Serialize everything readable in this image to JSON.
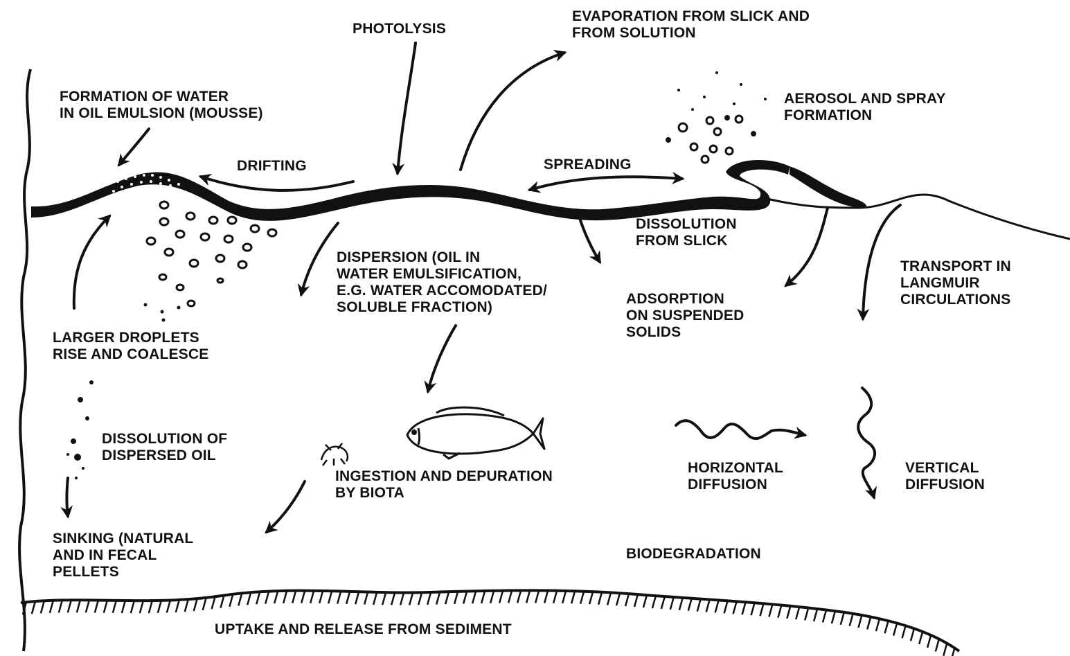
{
  "diagram": {
    "colors": {
      "ink": "#111111",
      "background": "#ffffff"
    },
    "labels": {
      "photolysis": [
        "PHOTOLYSIS"
      ],
      "evaporation": [
        "EVAPORATION FROM SLICK AND",
        "FROM SOLUTION"
      ],
      "mousse": [
        "FORMATION OF WATER",
        "IN OIL EMULSION (MOUSSE)"
      ],
      "aerosol": [
        "AEROSOL AND SPRAY",
        "FORMATION"
      ],
      "drifting": [
        "DRIFTING"
      ],
      "spreading": [
        "SPREADING"
      ],
      "dissolution_slick": [
        "DISSOLUTION",
        "FROM SLICK"
      ],
      "dispersion": [
        "DISPERSION (OIL IN",
        "WATER EMULSIFICATION,",
        "E.G. WATER ACCOMODATED/",
        "SOLUBLE FRACTION)"
      ],
      "transport": [
        "TRANSPORT IN",
        "LANGMUIR",
        "CIRCULATIONS"
      ],
      "adsorption": [
        "ADSORPTION",
        "ON SUSPENDED",
        "SOLIDS"
      ],
      "larger_droplets": [
        "LARGER DROPLETS",
        "RISE AND  COALESCE"
      ],
      "dissolution_dispersed": [
        "DISSOLUTION OF",
        "DISPERSED OIL"
      ],
      "ingestion": [
        "INGESTION AND DEPURATION",
        "BY BIOTA"
      ],
      "horizontal": [
        "HORIZONTAL",
        "DIFFUSION"
      ],
      "vertical": [
        "VERTICAL",
        "DIFFUSION"
      ],
      "sinking": [
        "SINKING (NATURAL",
        "AND IN FECAL",
        "PELLETS"
      ],
      "biodegradation": [
        "BIODEGRADATION"
      ],
      "uptake": [
        "UPTAKE AND RELEASE FROM SEDIMENT"
      ]
    }
  }
}
